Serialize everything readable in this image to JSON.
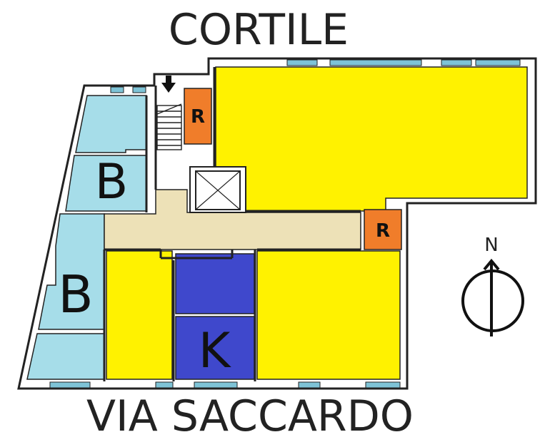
{
  "labels": {
    "top": "CORTILE",
    "bottom": "VIA SACCARDO",
    "north": "N",
    "room_b_upper": "B",
    "room_b_lower": "B",
    "room_k": "K",
    "room_r_left": "R",
    "room_r_right": "R"
  },
  "colors": {
    "light_blue": "#a6dde9",
    "yellow": "#fff200",
    "dark_blue": "#3f48cc",
    "orange": "#f07d2a",
    "corridor": "#ede1b7",
    "wall": "#222222",
    "window": "#7ec3d6"
  },
  "icons": [
    "entrance-arrow-icon",
    "stairs-icon",
    "elevator-icon",
    "north-compass-icon"
  ]
}
